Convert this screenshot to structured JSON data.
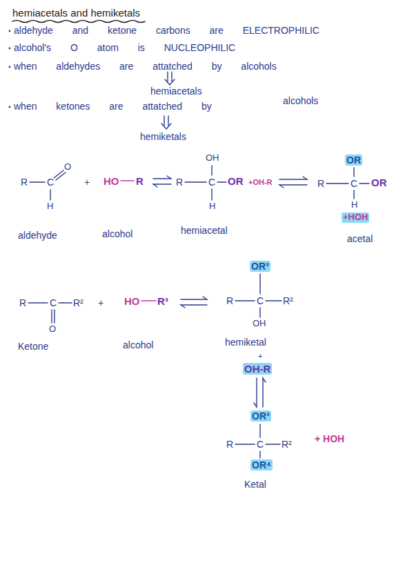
{
  "diagram": {
    "title": "hemiacetals and hemiketals",
    "labels": [
      "aldehyde and ketone carbons are ELECTROPHILIC",
      "alcohol's O atom is NUCLEOPHILIC",
      "when aldehydes are attatched by alcohols",
      "hemiacetals",
      "when ketones are attatched by",
      "alcohols",
      "hemiketals",
      "O",
      "R",
      "C",
      "H",
      "+",
      "HO",
      "R",
      "OH",
      "R",
      "C",
      "OR",
      "H",
      "+OH-R",
      "OR",
      "R",
      "C",
      "OR",
      "H",
      "+HOH",
      "aldehyde",
      "alcohol",
      "hemiacetal",
      "acetal",
      "R",
      "C",
      "R²",
      "O",
      "+",
      "HO",
      "R³",
      "OR³",
      "R",
      "C",
      "R²",
      "OH",
      "Ketone",
      "alcohol",
      "hemiketal",
      "+",
      "OH-R",
      "OR³",
      "R",
      "C",
      "R²",
      "+ HOH",
      "OR⁴",
      "Ketal"
    ]
  }
}
